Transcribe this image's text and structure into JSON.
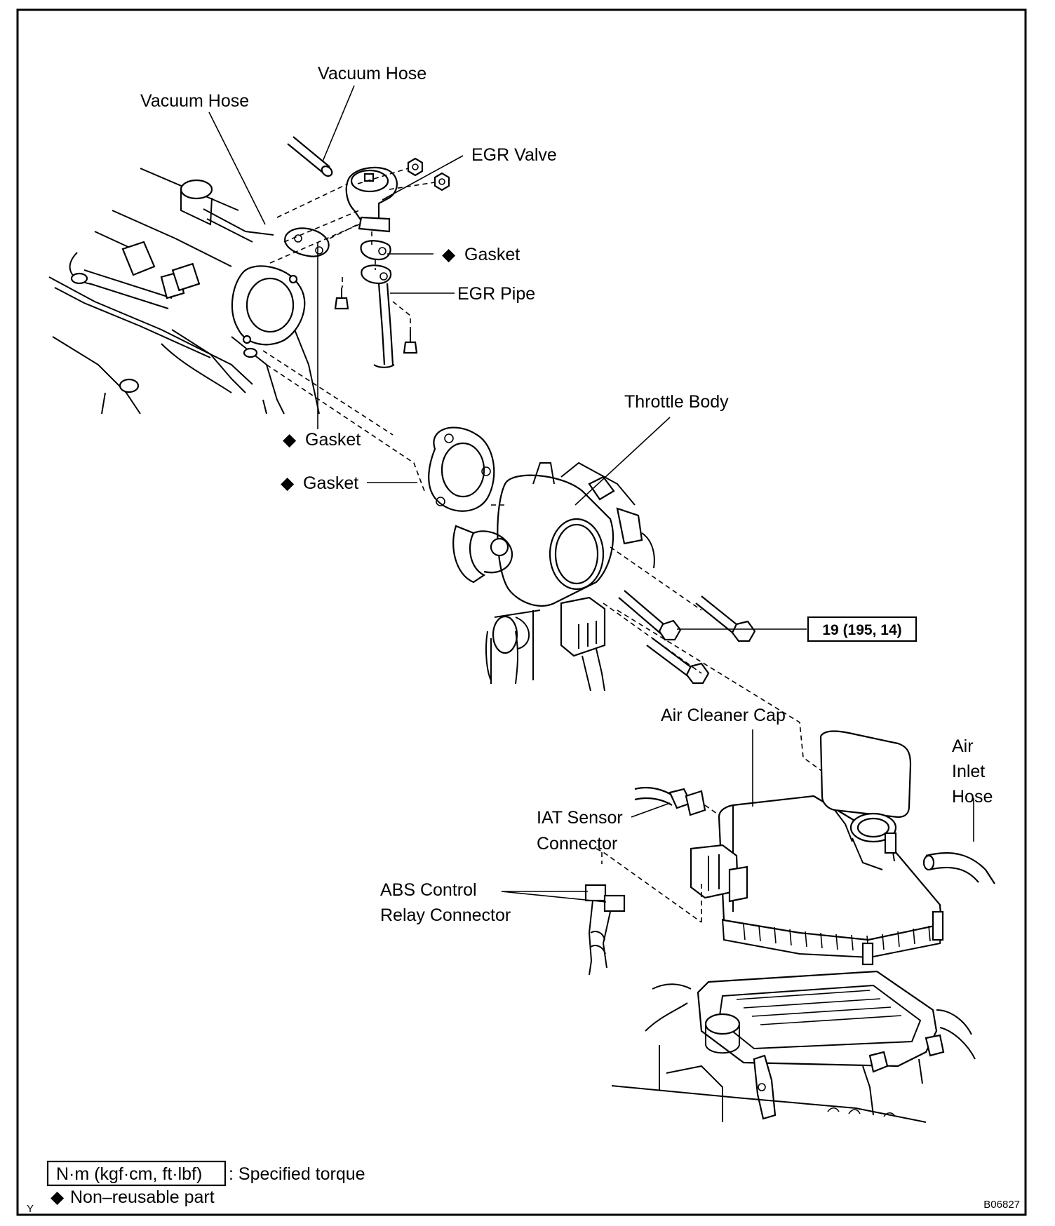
{
  "labels": {
    "vacuum_hose_top": "Vacuum Hose",
    "vacuum_hose_left": "Vacuum Hose",
    "egr_valve": "EGR Valve",
    "gasket_egr": "Gasket",
    "egr_pipe": "EGR Pipe",
    "throttle_body": "Throttle Body",
    "gasket_left_1": "Gasket",
    "gasket_left_2": "Gasket",
    "torque_value": "19 (195, 14)",
    "air_cleaner_cap": "Air Cleaner Cap",
    "air_inlet_hose_1": "Air",
    "air_inlet_hose_2": "Inlet",
    "air_inlet_hose_3": "Hose",
    "iat_sensor_1": "IAT Sensor",
    "iat_sensor_2": "Connector",
    "abs_relay_1": "ABS Control",
    "abs_relay_2": "Relay Connector"
  },
  "legend": {
    "torque_units": "N·m (kgf·cm, ft·lbf)",
    "torque_desc": ": Specified torque",
    "non_reusable": "Non–reusable part",
    "diamond": "◆"
  },
  "corner": {
    "left_mark": "Y",
    "figure_code": "B06827"
  }
}
